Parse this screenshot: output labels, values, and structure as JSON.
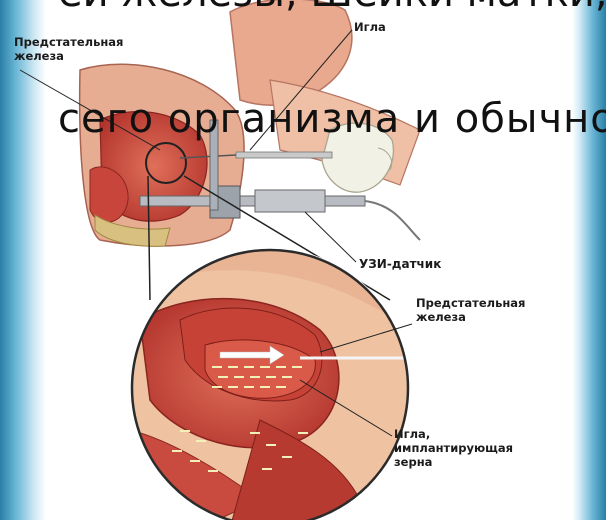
{
  "slide": {
    "top_text": "ей железы, Шейки матки,",
    "line2": "сего  организма  и  обычно"
  },
  "labels": {
    "prostate_top": "Предстательная железа",
    "needle_top": "Игла",
    "ultrasound_probe": "УЗИ-датчик",
    "prostate_bottom": "Предстательная железа",
    "needle_seeds": "Игла, имплантирующая зерна"
  },
  "colors": {
    "tissue": "#c9463c",
    "skin": "#eab39a",
    "frame_blue": "#2a7fa6"
  }
}
